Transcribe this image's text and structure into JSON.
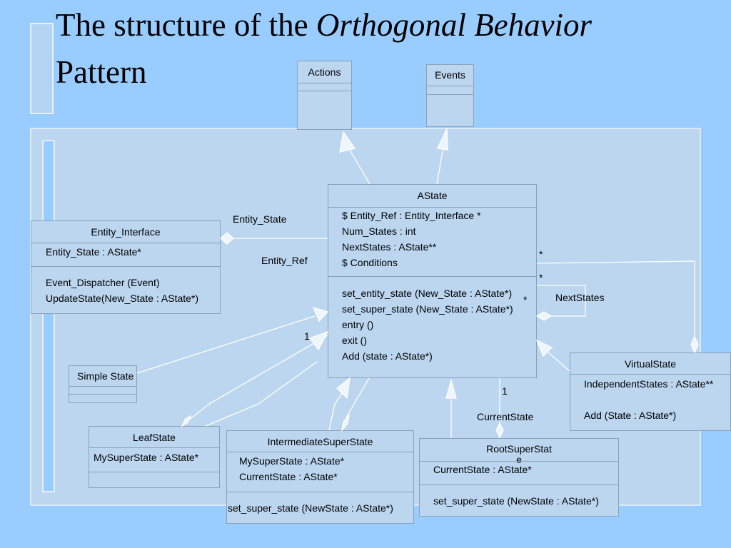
{
  "title": {
    "prefix": "The structure of the ",
    "emphasis": "Orthogonal Behavior",
    "suffix": "Pattern"
  },
  "classes": {
    "actions": {
      "name": "Actions"
    },
    "events": {
      "name": "Events"
    },
    "astate": {
      "name": "AState",
      "attributes": [
        "$ Entity_Ref : Entity_Interface *",
        "Num_States : int",
        "NextStates : AState**",
        "$ Conditions"
      ],
      "operations": [
        "set_entity_state (New_State : AState*)",
        "set_super_state (New_State : AState*)",
        "entry ()",
        "exit ()",
        "Add (state : AState*)"
      ]
    },
    "entity_interface": {
      "name": "Entity_Interface",
      "attributes": [
        "Entity_State : AState*"
      ],
      "operations": [
        "Event_Dispatcher (Event)",
        "UpdateState(New_State : AState*)"
      ]
    },
    "simple_state": {
      "name": "Simple State"
    },
    "leaf_state": {
      "name": "LeafState",
      "attributes": [
        "MySuperState : AState*"
      ]
    },
    "intermediate_super_state": {
      "name": "IntermediateSuperState",
      "attributes": [
        "MySuperState : AState*",
        "CurrentState : AState*"
      ],
      "operations": [
        "set_super_state (NewState : AState*)"
      ]
    },
    "root_super_state": {
      "name_line1": "RootSuperStat",
      "name_line2": "e",
      "attributes": [
        "CurrentState : AState*"
      ],
      "operations": [
        "set_super_state (NewState : AState*)"
      ]
    },
    "virtual_state": {
      "name": "VirtualState",
      "attributes": [
        "IndependentStates : AState**"
      ],
      "operations": [
        "Add (State : AState*)"
      ]
    }
  },
  "labels": {
    "entity_state": "Entity_State",
    "entity_ref": "Entity_Ref",
    "next_states": "NextStates",
    "current_state": "CurrentState",
    "mult_star_1": "*",
    "mult_star_2": "*",
    "mult_star_3": "*",
    "mult_one_left": "1",
    "mult_one_bottom": "1"
  },
  "colors": {
    "background": "#99ccff",
    "panel": "#bcd6f0",
    "line": "#ffffff",
    "border": "#8aa0b8"
  }
}
